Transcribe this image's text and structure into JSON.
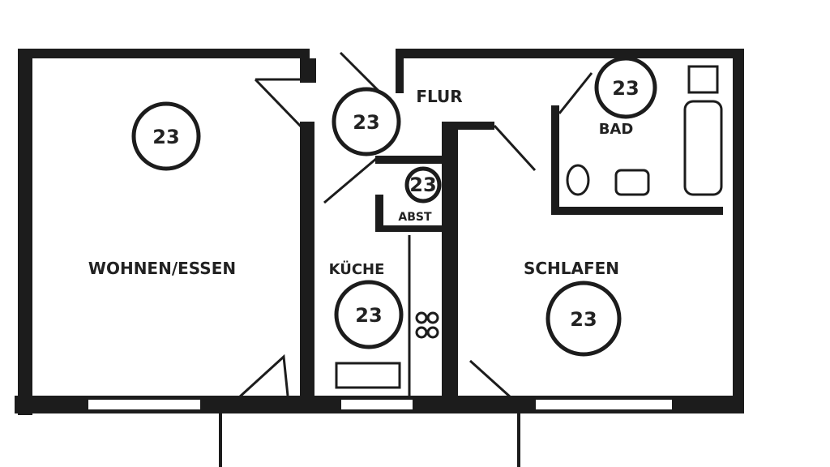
{
  "rooms": {
    "wohnen": {
      "label": "WOHNEN/ESSEN",
      "number": "23"
    },
    "flur": {
      "label": "FLUR",
      "number": "23"
    },
    "bad": {
      "label": "BAD",
      "number": "23"
    },
    "abst": {
      "label": "ABST",
      "number": "23"
    },
    "kueche": {
      "label": "KÜCHE",
      "number": "23"
    },
    "schlafen": {
      "label": "SCHLAFEN",
      "number": "23"
    }
  }
}
